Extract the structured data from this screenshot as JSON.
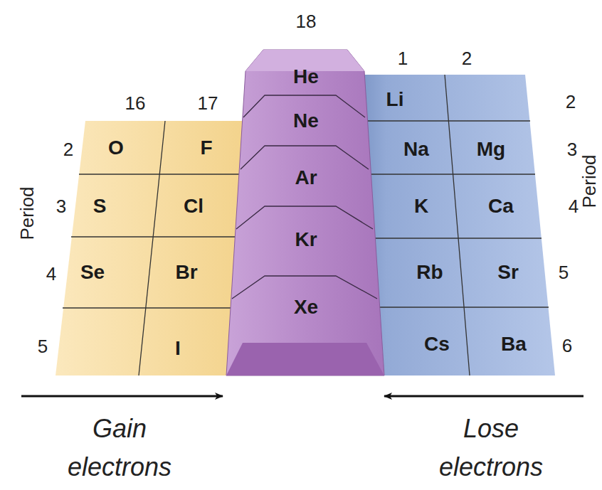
{
  "diagram": {
    "nodes": [
      {
        "text": [
          "O"
        ]
      },
      {
        "text": [
          "F"
        ]
      },
      {
        "text": [
          "S"
        ]
      },
      {
        "text": [
          "Cl"
        ]
      },
      {
        "text": [
          "Se"
        ]
      },
      {
        "text": [
          "Br"
        ]
      },
      {
        "text": [
          "I"
        ]
      },
      {
        "text": [
          "He"
        ]
      },
      {
        "text": [
          "Ne"
        ]
      },
      {
        "text": [
          "Ar"
        ]
      },
      {
        "text": [
          "Kr"
        ]
      },
      {
        "text": [
          "Xe"
        ]
      },
      {
        "text": [
          "Li"
        ]
      },
      {
        "text": [
          "Na"
        ]
      },
      {
        "text": [
          "Mg"
        ]
      },
      {
        "text": [
          "K"
        ]
      },
      {
        "text": [
          "Ca"
        ]
      },
      {
        "text": [
          "Rb"
        ]
      },
      {
        "text": [
          "Sr"
        ]
      },
      {
        "text": [
          "Cs"
        ]
      },
      {
        "text": [
          "Ba"
        ]
      }
    ],
    "labels": [
      "18",
      "16",
      "17",
      "1",
      "2",
      "2",
      "3",
      "4",
      "5",
      "Period",
      "2",
      "3",
      "4",
      "5",
      "6",
      "Period",
      "Gain electrons",
      "Lose electrons"
    ]
  }
}
